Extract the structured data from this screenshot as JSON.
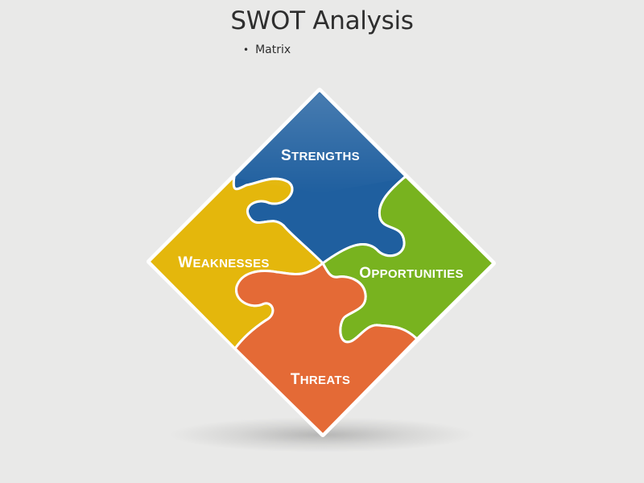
{
  "slide": {
    "title": "SWOT Analysis",
    "bullets": [
      "Matrix"
    ]
  },
  "swot": {
    "strengths": {
      "first": "S",
      "rest": "TRENGTHS",
      "color": "#1f5f9f"
    },
    "weaknesses": {
      "first": "W",
      "rest": "EAKNESSES",
      "color": "#e4b70c"
    },
    "opportunities": {
      "first": "O",
      "rest": "PPORTUNITIES",
      "color": "#78b31f"
    },
    "threats": {
      "first": "T",
      "rest": "HREATS",
      "color": "#e46a36"
    }
  }
}
